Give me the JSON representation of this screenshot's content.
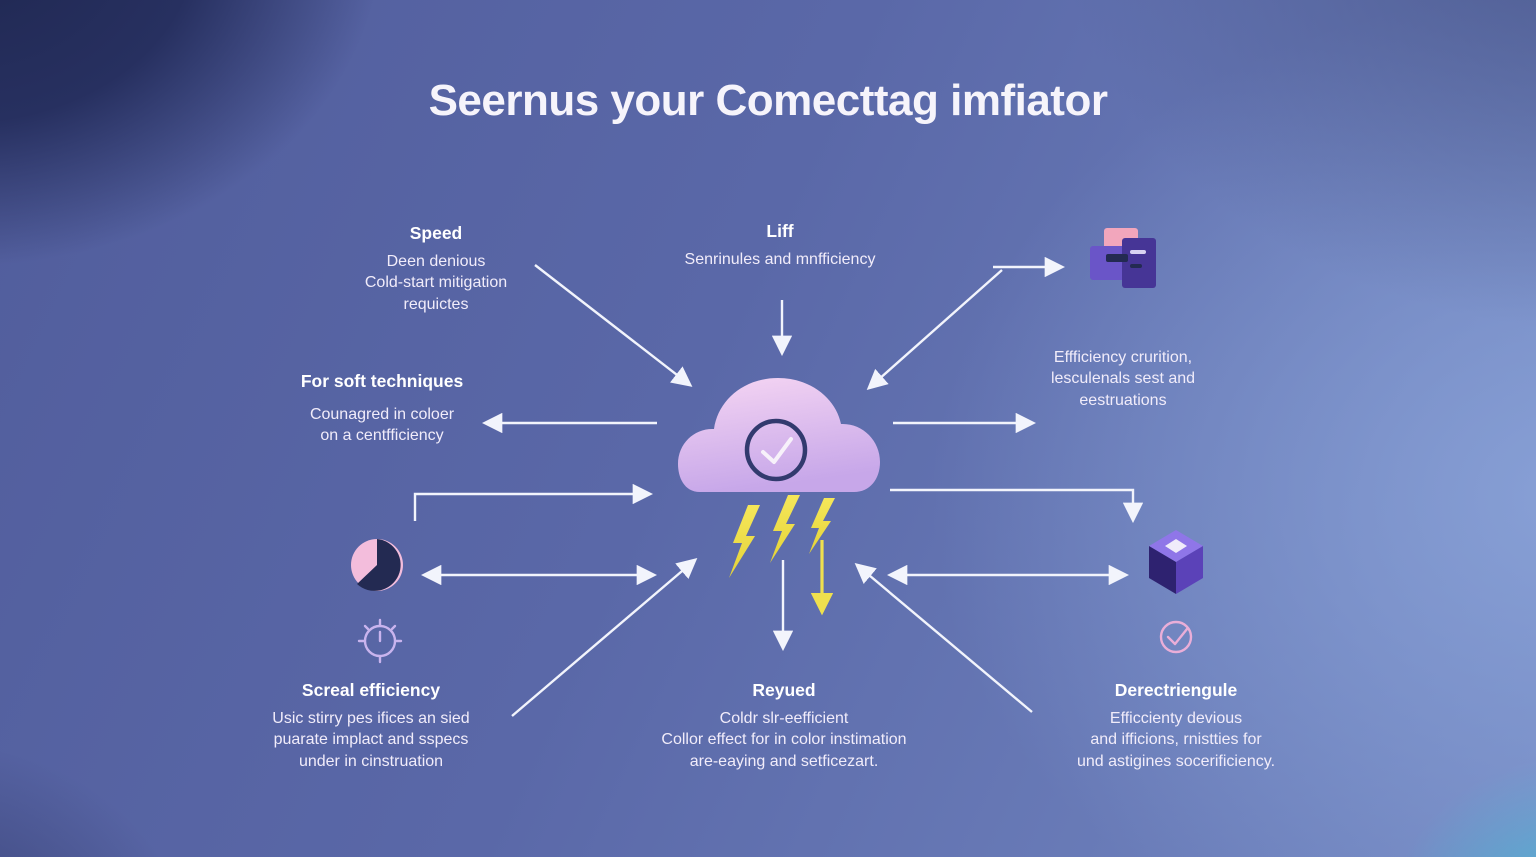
{
  "title": "Seernus your Comecttag imfiator",
  "colors": {
    "background_dark_blob": "#1f2750",
    "background_base": "#5a68a8",
    "background_light": "#8ca5da",
    "teal_blob": "#38bcd2",
    "cloud_light": "#f4d2f2",
    "cloud_dark": "#c9a9ea",
    "bolt_yellow": "#f2e14c",
    "arrow_white": "#f2f4fc",
    "heading_text": "#ffffff",
    "body_text": "#f1ecfa",
    "pie_pink": "#f3bddc",
    "pie_navy": "#232a52",
    "cube_purple": "#5b42b8"
  },
  "icons": {
    "center": "cloud-check-icon",
    "center_bolts": "lightning-bolts-icon",
    "top_right": "modules-icon",
    "left_pie": "pie-clock-icon",
    "left_timer": "timer-icon",
    "right_cube": "cube-icon",
    "right_check": "check-circle-icon"
  },
  "nodes": {
    "speed": {
      "heading": "Speed",
      "lines": [
        "Deen denious",
        "Cold-start mitigation",
        "requictes"
      ]
    },
    "liff": {
      "heading": "Liff",
      "lines": [
        "Senrinules and mnfficiency"
      ]
    },
    "efficiency": {
      "lines": [
        "Effficiency crurition,",
        "lesculenals sest and",
        "eestruations"
      ]
    },
    "soft_techniques": {
      "heading": "For soft techniques",
      "lines": [
        "Counagred in coloer",
        "on a centfficiency"
      ]
    },
    "screal": {
      "heading": "Screal efficiency",
      "lines": [
        "Usic stirry pes ifices an sied",
        "puarate implact and sspecs",
        "under in cinstruation"
      ]
    },
    "reyued": {
      "heading": "Reyued",
      "lines": [
        "Coldr slr-eefficient",
        "Collor effect for in color instimation",
        "are-eaying and setficezart."
      ]
    },
    "derectriengule": {
      "heading": "Derectriengule",
      "lines": [
        "Efficcienty devious",
        "and ifficions, rnistties for",
        "und astigines socerificiency."
      ]
    }
  }
}
